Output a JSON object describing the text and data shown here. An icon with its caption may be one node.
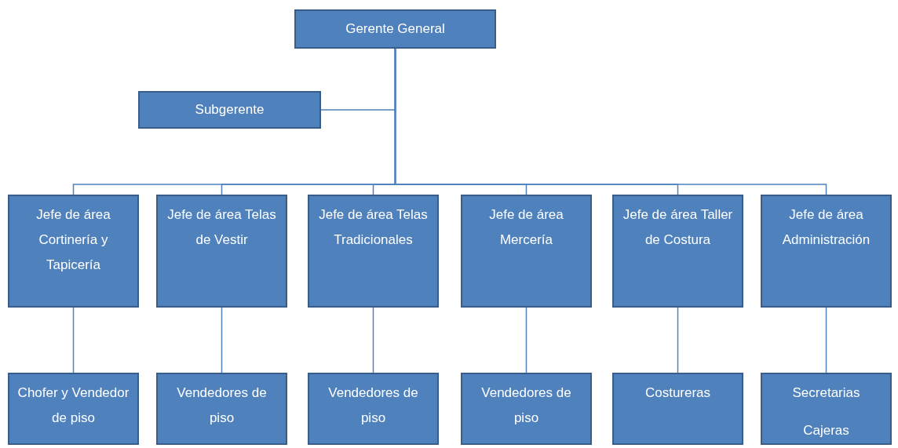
{
  "diagram": {
    "nodes": [
      {
        "text": [
          "Gerente General"
        ]
      },
      {
        "text": [
          "Subgerente"
        ]
      },
      {
        "text": [
          "Jefe de área Cortinería y Tapicería"
        ]
      },
      {
        "text": [
          "Jefe de área Telas de Vestir"
        ]
      },
      {
        "text": [
          "Jefe de área Telas Tradicionales"
        ]
      },
      {
        "text": [
          "Jefe de área Mercería"
        ]
      },
      {
        "text": [
          "Jefe de área Taller de Costura"
        ]
      },
      {
        "text": [
          "Jefe de área Administración"
        ]
      },
      {
        "text": [
          "Chofer y Vendedor de piso"
        ]
      },
      {
        "text": [
          "Vendedores de piso"
        ]
      },
      {
        "text": [
          "Vendedores de piso"
        ]
      },
      {
        "text": [
          "Vendedores de piso"
        ]
      },
      {
        "text": [
          "Costureras"
        ]
      },
      {
        "text": [
          "Secretarias",
          "Cajeras"
        ]
      }
    ],
    "edges": [
      {
        "from": 0,
        "to": 1,
        "arrow": "none"
      },
      {
        "from": 0,
        "to": 2,
        "arrow": "none"
      },
      {
        "from": 0,
        "to": 3,
        "arrow": "none"
      },
      {
        "from": 0,
        "to": 4,
        "arrow": "none"
      },
      {
        "from": 0,
        "to": 5,
        "arrow": "none"
      },
      {
        "from": 0,
        "to": 6,
        "arrow": "none"
      },
      {
        "from": 0,
        "to": 7,
        "arrow": "none"
      },
      {
        "from": 2,
        "to": 8,
        "arrow": "none"
      },
      {
        "from": 3,
        "to": 9,
        "arrow": "none"
      },
      {
        "from": 4,
        "to": 10,
        "arrow": "none"
      },
      {
        "from": 5,
        "to": 11,
        "arrow": "none"
      },
      {
        "from": 6,
        "to": 12,
        "arrow": "none"
      },
      {
        "from": 7,
        "to": 13,
        "arrow": "none"
      }
    ]
  }
}
